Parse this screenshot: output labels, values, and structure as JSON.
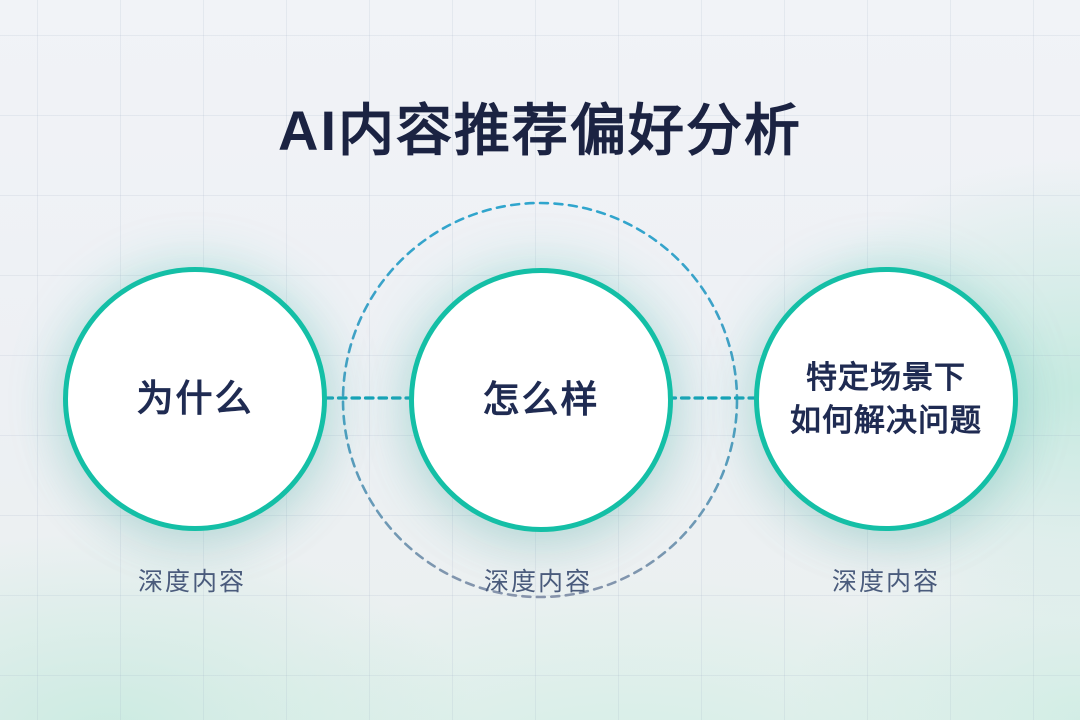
{
  "title": "AI内容推荐偏好分析",
  "nodes": [
    {
      "id": "why",
      "label": "为什么",
      "caption": "深度内容"
    },
    {
      "id": "how",
      "label": "怎么样",
      "caption": "深度内容",
      "emphasized_with_dashed_ring": true
    },
    {
      "id": "scenario",
      "label": "特定场景下\n如何解决问题",
      "caption": "深度内容"
    }
  ],
  "colors": {
    "background": "#eef1f5",
    "background_mint_tint": "#c8ecdf",
    "title_text": "#1b2342",
    "node_text": "#1f2b52",
    "caption_text": "#4a5b7c",
    "node_border": "#14bfa6",
    "connector_dash": "#17a3b8",
    "dashed_ring_top": "#2fa5cd",
    "dashed_ring_bottom": "#8794ab",
    "node_glow": "#20c8aa"
  }
}
